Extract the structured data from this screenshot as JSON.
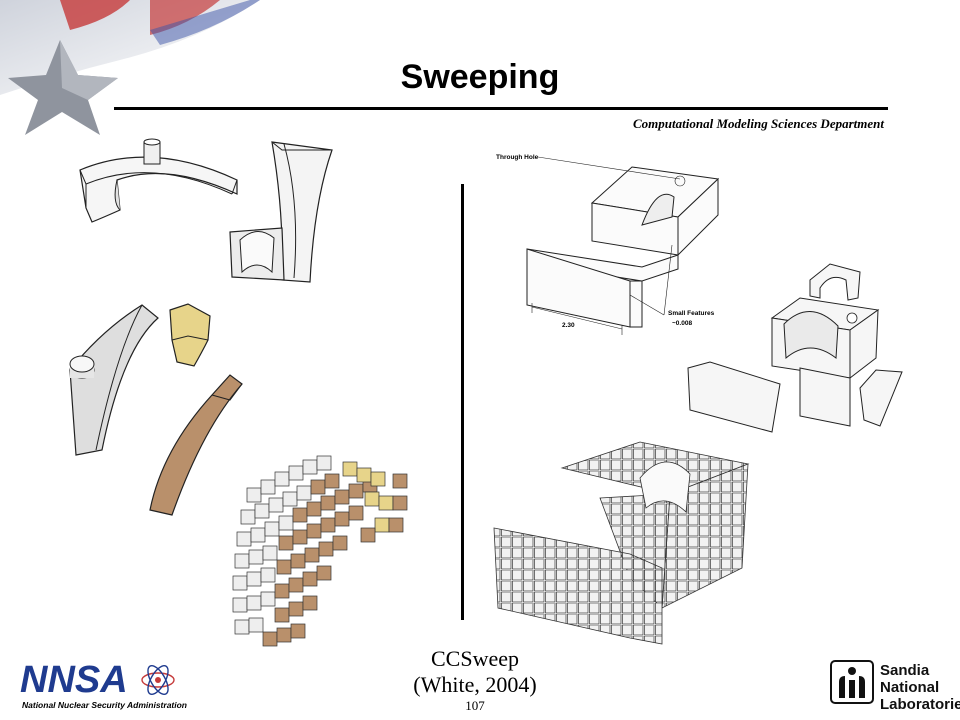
{
  "slide": {
    "title": "Sweeping",
    "department": "Computational Modeling Sciences Department",
    "caption_line1": "CCSweep",
    "caption_line2": "(White, 2004)",
    "page_number": "107"
  },
  "figure_labels": {
    "through_hole": "Through Hole",
    "small_features": "Small Features",
    "small_features_value": "~0.008",
    "dimension": "2.30"
  },
  "logos": {
    "nnsa_letters": "NNSA",
    "nnsa_full": "National Nuclear Security Administration",
    "sandia_line1": "Sandia",
    "sandia_line2": "National",
    "sandia_line3": "Laboratories"
  },
  "colors": {
    "tan": "#b9906b",
    "yellow": "#e7d48a",
    "gray_face": "#e6e6e6",
    "nnsa_blue": "#1f3b8f"
  }
}
